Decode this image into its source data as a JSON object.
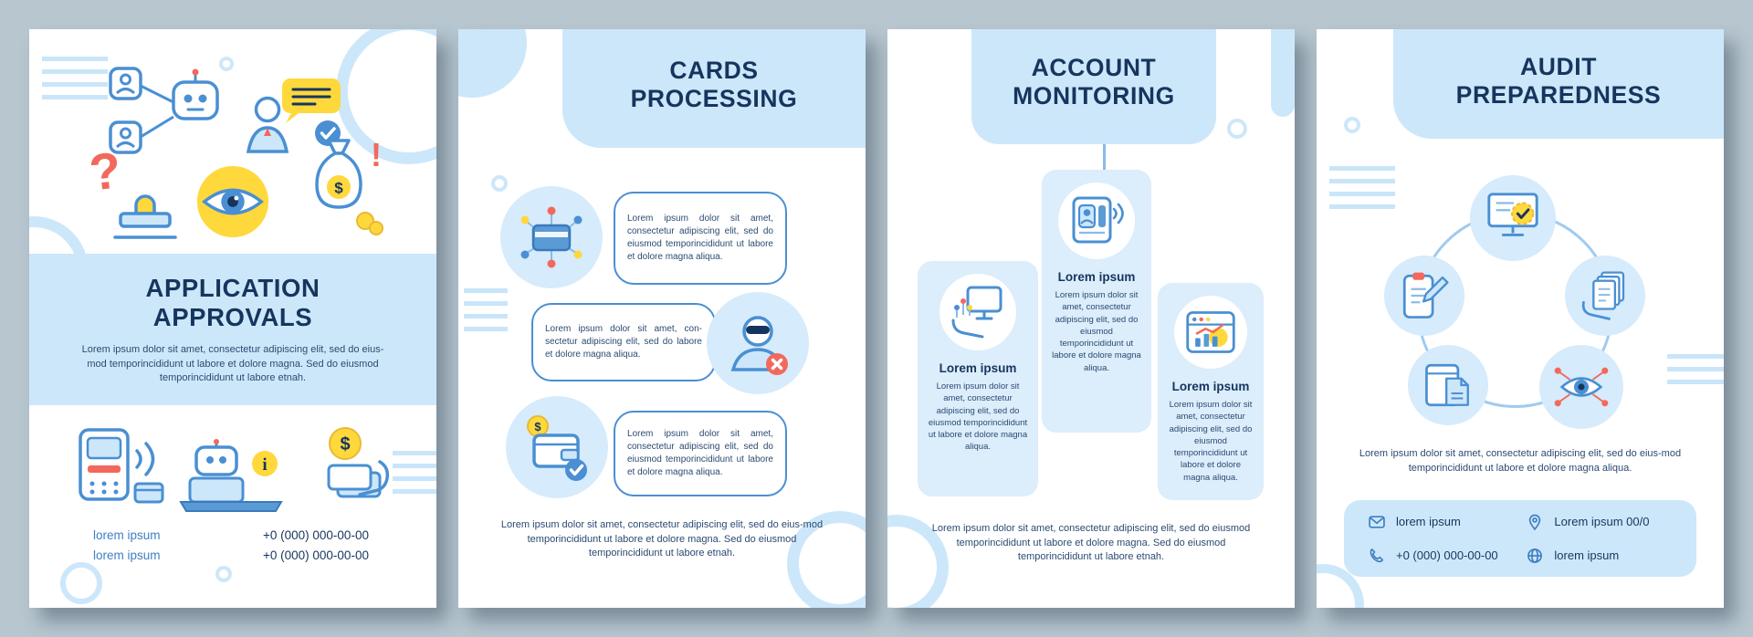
{
  "background_color": "#b7c6cf",
  "colors": {
    "accent_blue": "#4a8fd3",
    "light_blue": "#cde7fa",
    "navy": "#16355e",
    "yellow": "#ffd83c",
    "red": "#f2695c"
  },
  "panel1": {
    "title_line1": "APPLICATION",
    "title_line2": "APPROVALS",
    "body": "Lorem ipsum dolor sit amet, consectetur adipiscing elit, sed do eius-mod temporincididunt ut labore et dolore magna. Sed do eiusmod temporincididunt ut labore etnah.",
    "links": [
      "lorem ipsum",
      "lorem ipsum"
    ],
    "phones": [
      "+0 (000) 000-00-00",
      "+0 (000) 000-00-00"
    ],
    "top_icons": [
      "people-network-robot-icon",
      "person-approved-icon",
      "question-mark-icon",
      "stamp-icon",
      "eye-icon",
      "money-bag-icon"
    ],
    "bottom_icons": [
      "payment-terminal-icon",
      "robot-assistant-icon",
      "hand-coin-icon"
    ]
  },
  "panel2": {
    "title_line1": "CARDS",
    "title_line2": "PROCESSING",
    "items": [
      {
        "icon": "card-network-icon",
        "text": "Lorem ipsum dolor sit amet, consectetur adipiscing elit, sed do eiusmod temporincididunt ut labore et dolore magna aliqua."
      },
      {
        "icon": "fraud-hacker-icon",
        "text": "Lorem ipsum dolor sit amet, con-sectetur adipiscing elit, sed do labore et dolore magna aliqua."
      },
      {
        "icon": "wallet-approved-icon",
        "text": "Lorem ipsum dolor sit amet, consectetur adipiscing elit, sed do eiusmod temporincididunt ut labore et dolore magna aliqua."
      }
    ],
    "footer": "Lorem ipsum dolor sit amet, consectetur adipiscing elit, sed do eius-mod temporincididunt ut labore et dolore magna. Sed do eiusmod temporincididunt ut labore etnah."
  },
  "panel3": {
    "title_line1": "ACCOUNT",
    "title_line2": "MONITORING",
    "cards": [
      {
        "icon": "hand-data-monitor-icon",
        "heading": "Lorem ipsum",
        "body": "Lorem ipsum dolor sit amet, consectetur adipiscing elit, sed do eiusmod temporincididunt ut labore et dolore magna aliqua."
      },
      {
        "icon": "profile-window-icon",
        "heading": "Lorem ipsum",
        "body": "Lorem ipsum dolor sit amet, consectetur adipiscing elit, sed do eiusmod temporincididunt ut labore et dolore magna aliqua."
      },
      {
        "icon": "analytics-window-icon",
        "heading": "Lorem ipsum",
        "body": "Lorem ipsum dolor sit amet, consectetur adipiscing elit, sed do eiusmod temporincididunt ut labore et dolore magna aliqua."
      }
    ],
    "footer": "Lorem ipsum dolor sit amet, consectetur adipiscing elit, sed do eiusmod temporincididunt ut labore et dolore magna. Sed do eiusmod temporincididunt ut labore etnah."
  },
  "panel4": {
    "title_line1": "AUDIT",
    "title_line2": "PREPAREDNESS",
    "body": "Lorem ipsum dolor sit amet, consectetur adipiscing elit, sed do eius-mod temporincididunt ut labore et dolore magna aliqua.",
    "ring_icons": [
      "monitor-check-icon",
      "clipboard-pen-icon",
      "hand-documents-icon",
      "document-window-icon",
      "eye-network-icon"
    ],
    "contacts": [
      {
        "icon": "envelope-icon",
        "label": "lorem ipsum"
      },
      {
        "icon": "location-pin-icon",
        "label": "Lorem ipsum 00/0"
      },
      {
        "icon": "phone-icon",
        "label": "+0 (000) 000-00-00"
      },
      {
        "icon": "globe-icon",
        "label": "lorem ipsum"
      }
    ]
  }
}
